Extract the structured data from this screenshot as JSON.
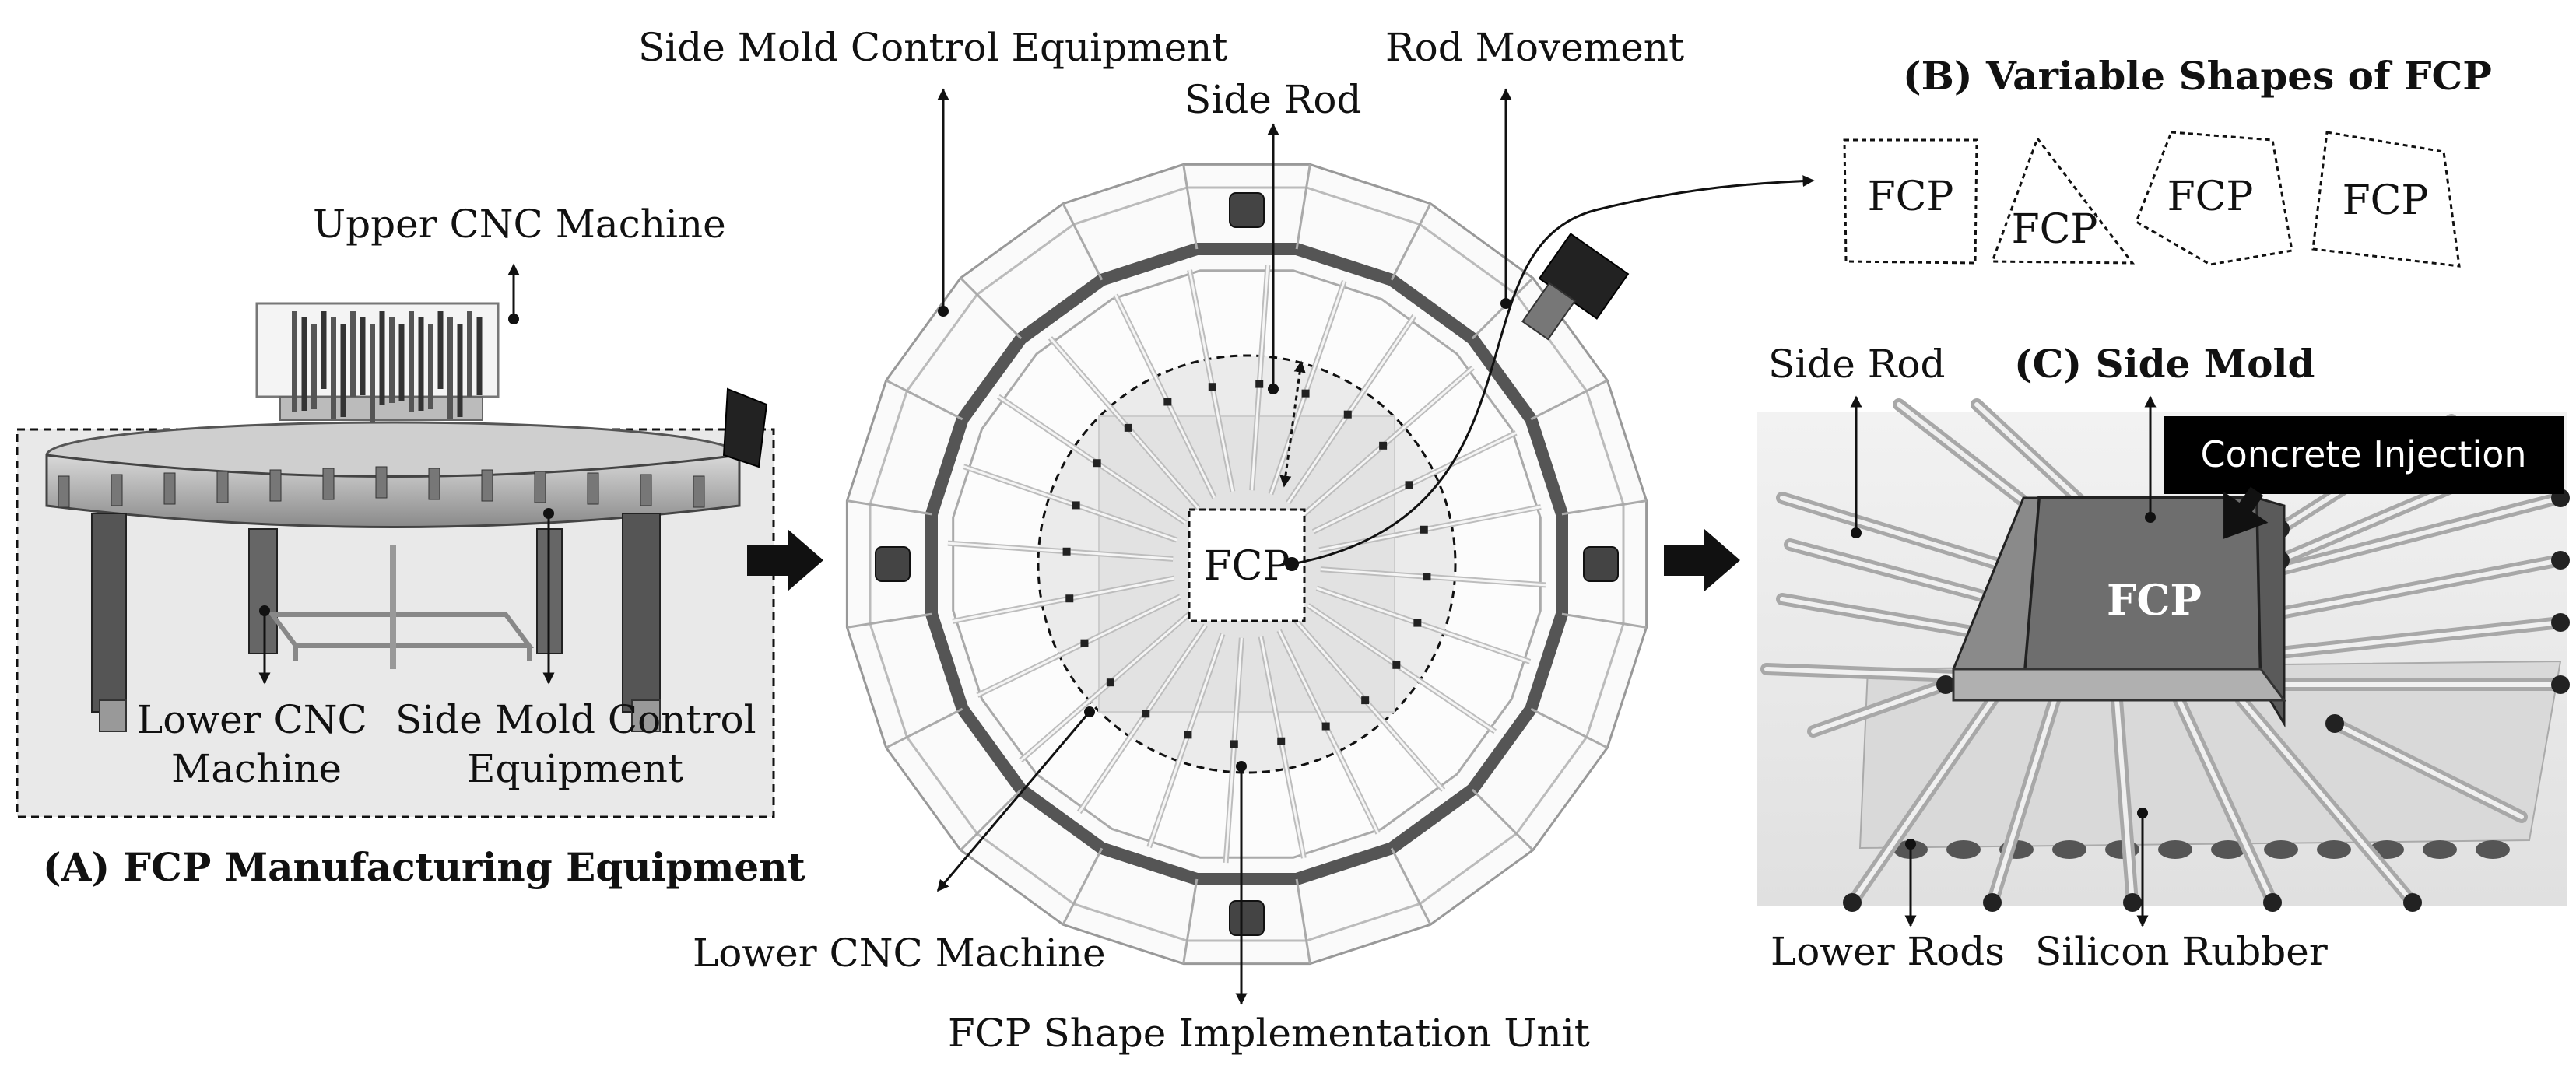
{
  "panel_a": {
    "caption": "(A) FCP Manufacturing Equipment",
    "upper_cnc": "Upper CNC Machine",
    "lower_cnc_1": "Lower CNC",
    "lower_cnc_2": "Machine",
    "side_mold_1": "Side Mold Control",
    "side_mold_2": "Equipment"
  },
  "center": {
    "side_mold_control": "Side Mold Control Equipment",
    "side_rod": "Side Rod",
    "rod_movement": "Rod Movement",
    "fcp": "FCP",
    "lower_cnc": "Lower CNC Machine",
    "shape_unit": "FCP Shape Implementation Unit"
  },
  "panel_b": {
    "caption": "(B) Variable Shapes of FCP",
    "shapes": [
      "FCP",
      "FCP",
      "FCP",
      "FCP"
    ]
  },
  "panel_c": {
    "caption": "(C) Side Mold",
    "side_rod": "Side Rod",
    "concrete_injection": "Concrete Injection",
    "fcp": "FCP",
    "lower_rods": "Lower Rods",
    "silicon_rubber": "Silicon Rubber"
  }
}
